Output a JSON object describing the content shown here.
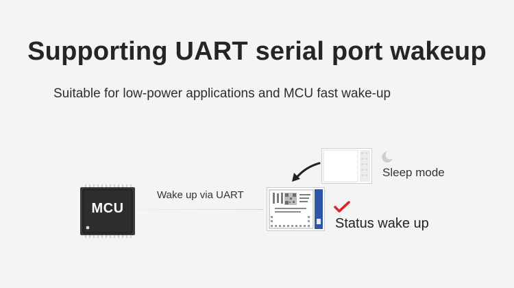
{
  "heading": {
    "title": "Supporting UART serial port wakeup",
    "subtitle": "Suitable for low-power applications and MCU fast wake-up"
  },
  "diagram": {
    "mcu_label": "MCU",
    "wake_label": "Wake up via UART",
    "sleep_label": "Sleep mode",
    "status_label": "Status wake up",
    "icons": [
      "chip-icon",
      "module-icon",
      "arrow-icon",
      "moon-icon",
      "checkmark-icon"
    ],
    "colors": {
      "check": "#e02424",
      "module_blue": "#2f57a8",
      "mcu_body": "#2b2b2b"
    }
  }
}
